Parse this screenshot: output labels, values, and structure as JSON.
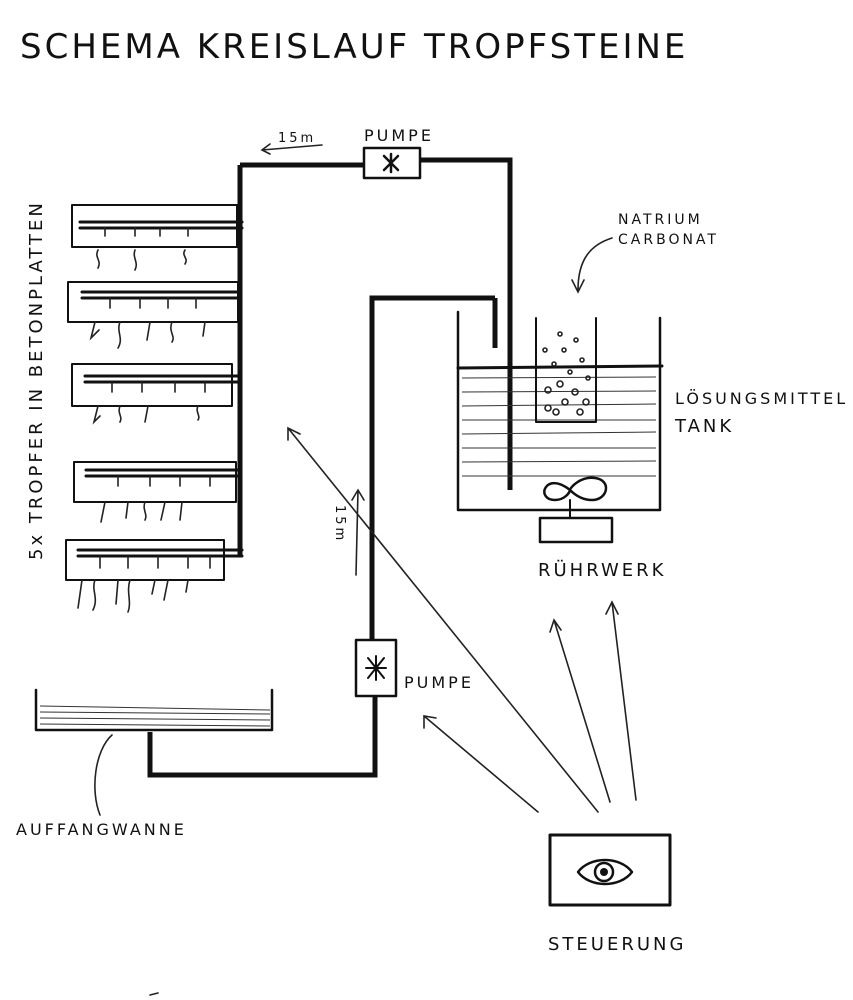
{
  "title": "SCHEMA KREISLAUF TROPFSTEINE",
  "labels": {
    "pump_top": "PUMPE",
    "pump_bottom": "PUMPE",
    "top_distance": "15m",
    "vertical_distance": "15m",
    "natrium": [
      "NATRIUM",
      "CARBONAT"
    ],
    "tank": [
      "LÖSUNGSMITTEL",
      "TANK"
    ],
    "stirrer": "RÜHRWERK",
    "droppers": "5x TROPFER IN BETONPLATTEN",
    "tray": "AUFFANGWANNE",
    "control": "STEUERUNG"
  },
  "icons": {
    "pump_top": "fan-icon",
    "pump_bottom": "fan-icon",
    "stirrer": "infinity-stirrer-icon",
    "control": "eye-icon"
  },
  "colors": {
    "ink": "#111111",
    "paper": "#ffffff"
  }
}
